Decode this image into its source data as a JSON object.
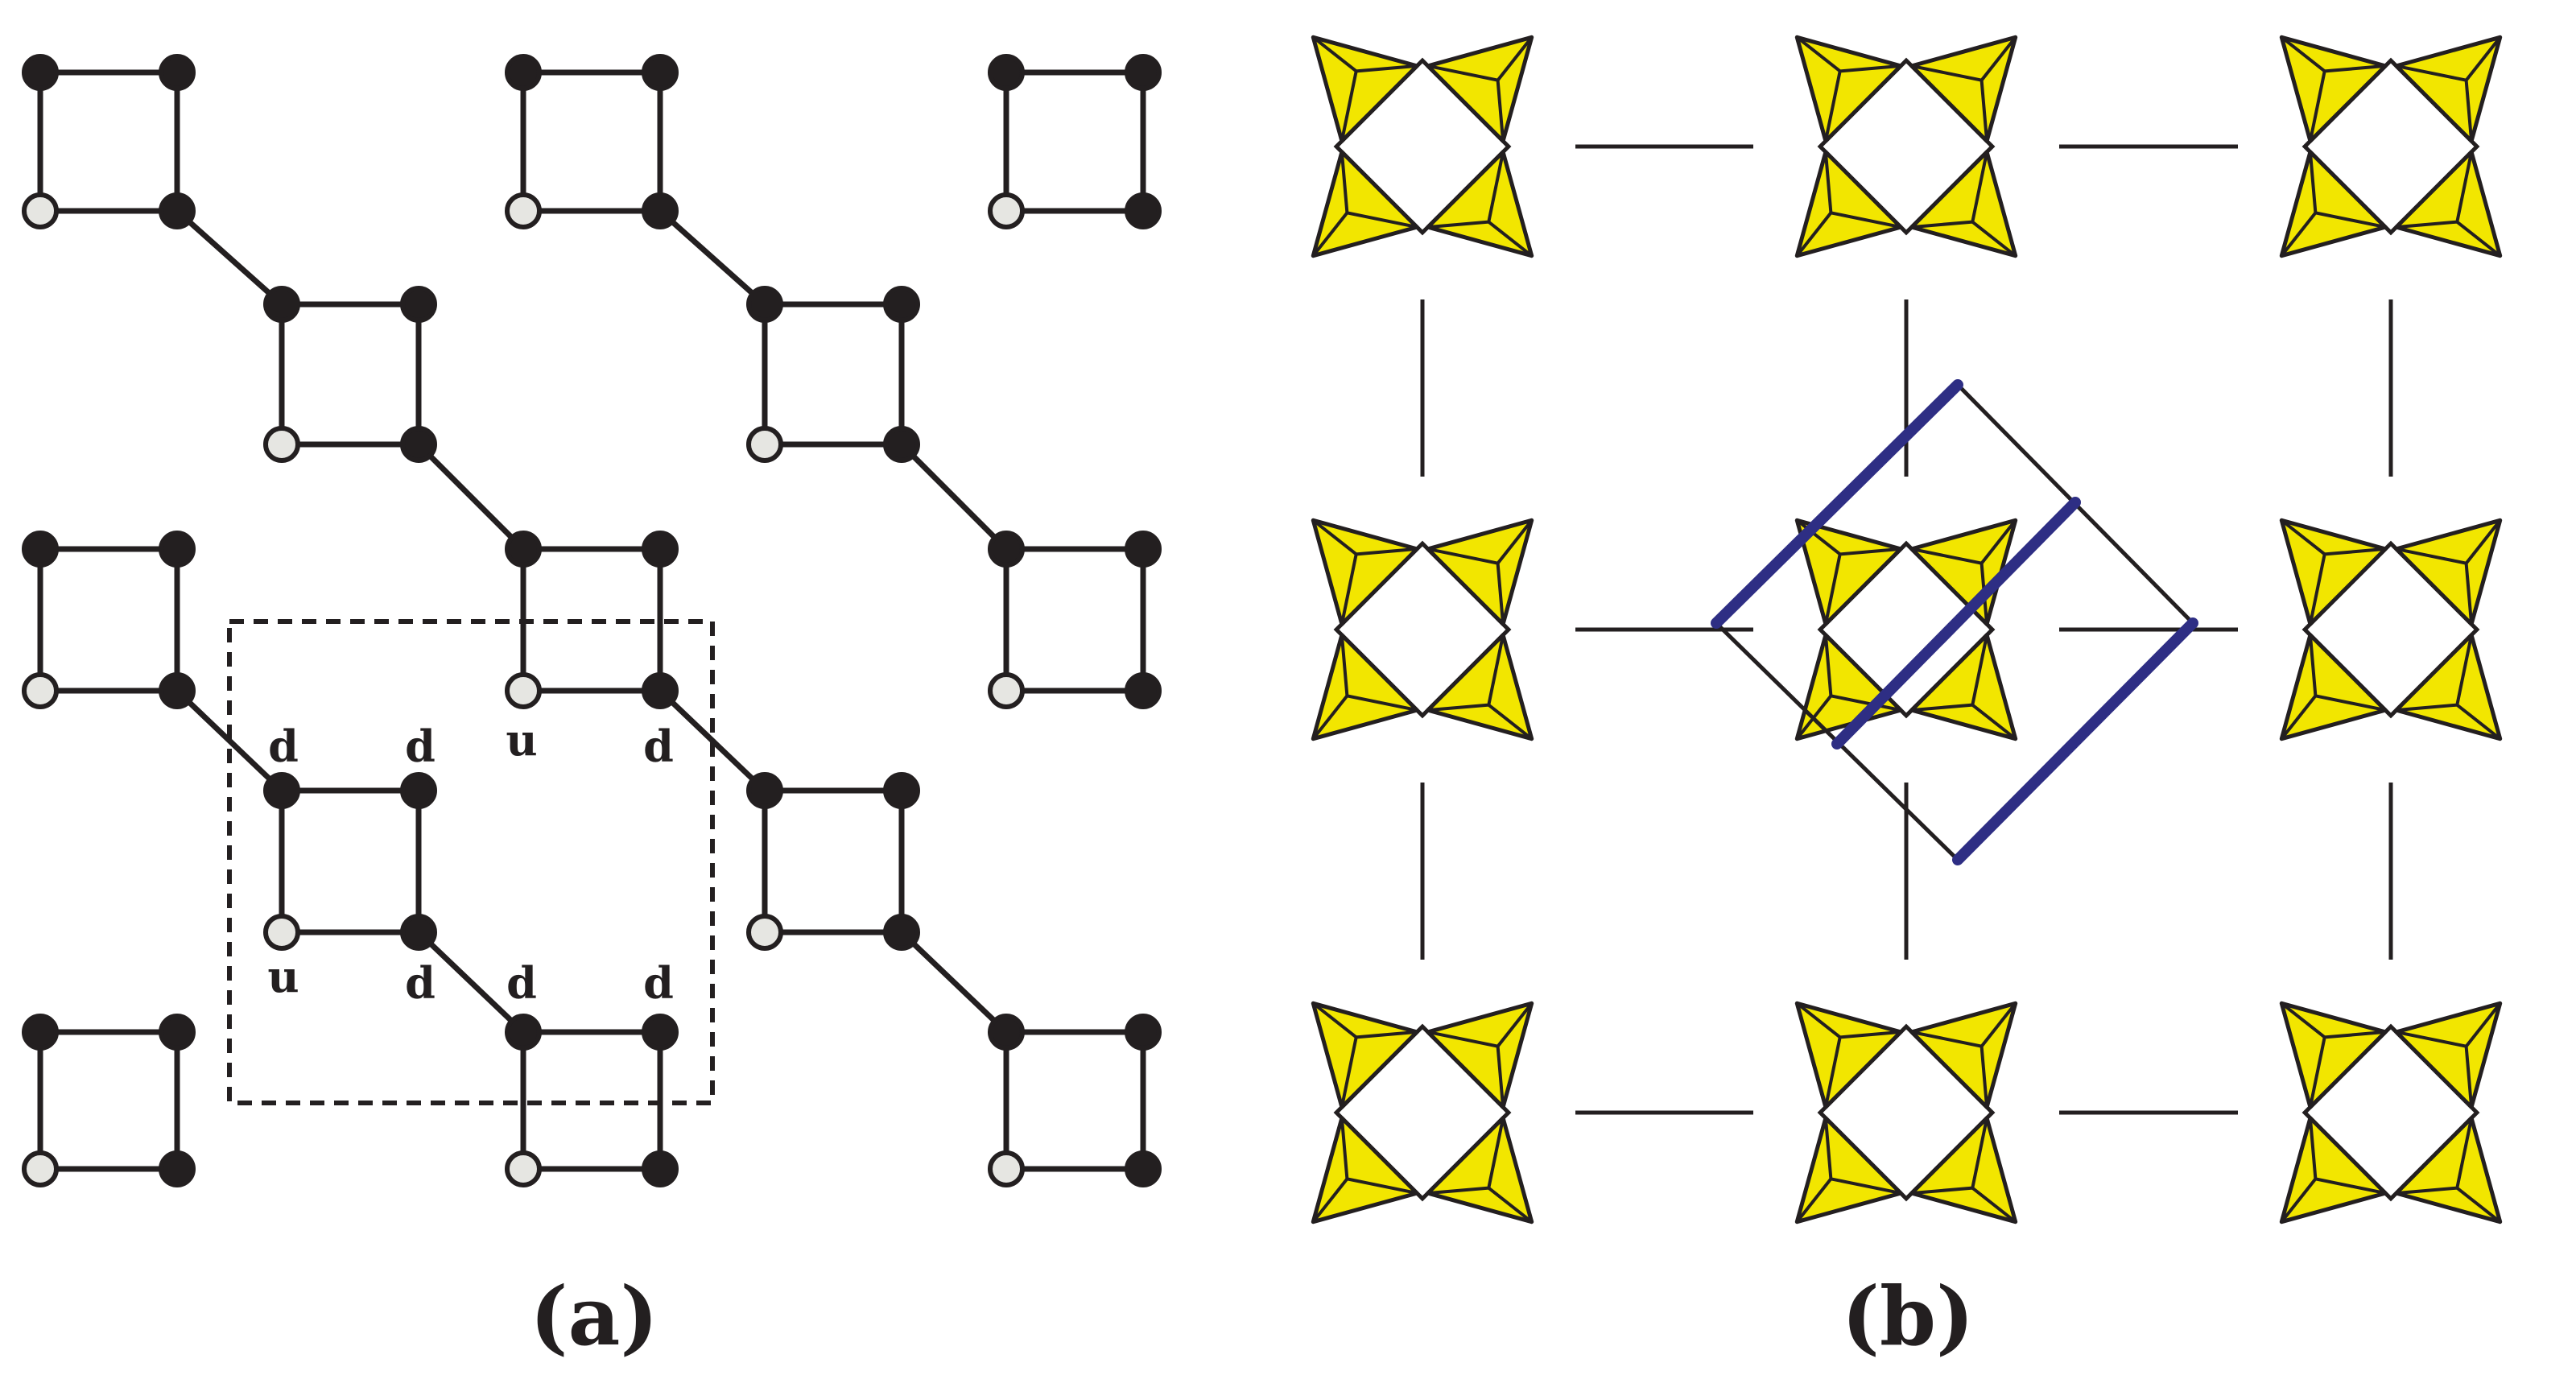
{
  "panels": [
    {
      "id": "a",
      "caption": "(a)",
      "labels": [
        "d",
        "d",
        "u",
        "d",
        "u",
        "d",
        "d",
        "d"
      ]
    },
    {
      "id": "b",
      "caption": "(b)"
    }
  ],
  "colors": {
    "edge": "#231f20",
    "node_filled": "#231f20",
    "node_open": "#e6e6e2",
    "dashed_box": "#231f20",
    "tetrahedron": "#f2e600",
    "cell_thick": "#2e2e84",
    "cell_thin": "#231f20",
    "background": "#ffffff"
  }
}
